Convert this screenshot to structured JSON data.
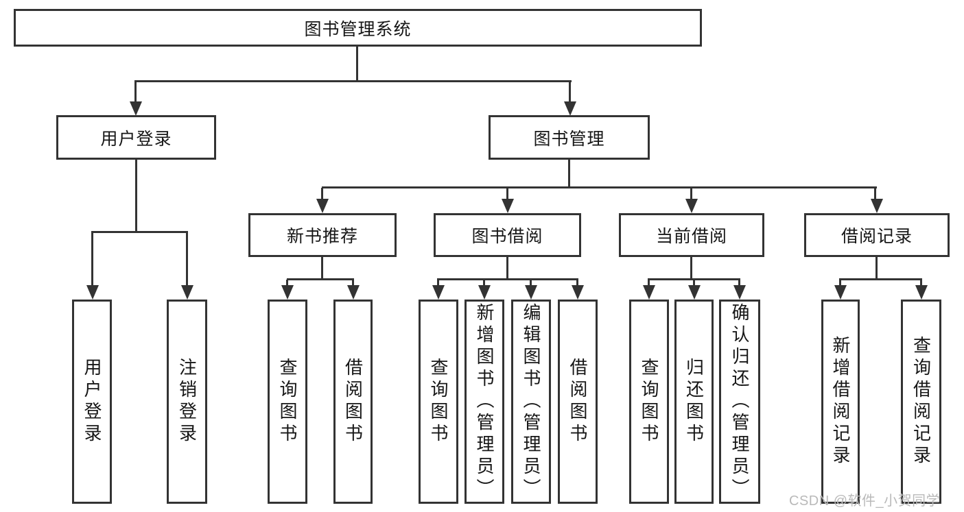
{
  "colors": {
    "line": "#333333",
    "text": "#161616",
    "watermark": "#b9b9b9",
    "background": "#ffffff"
  },
  "watermark": {
    "text": "CSDN @软件_小贺同学"
  },
  "tree": {
    "label": "图书管理系统",
    "children": [
      {
        "label": "用户登录",
        "children": [
          {
            "label": "用户登录"
          },
          {
            "label": "注销登录"
          }
        ]
      },
      {
        "label": "图书管理",
        "children": [
          {
            "label": "新书推荐",
            "children": [
              {
                "label": "查询图书"
              },
              {
                "label": "借阅图书"
              }
            ]
          },
          {
            "label": "图书借阅",
            "children": [
              {
                "label": "查询图书"
              },
              {
                "label": "新增图书（管理员）"
              },
              {
                "label": "编辑图书（管理员）"
              },
              {
                "label": "借阅图书"
              }
            ]
          },
          {
            "label": "当前借阅",
            "children": [
              {
                "label": "查询图书"
              },
              {
                "label": "归还图书"
              },
              {
                "label": "确认归还（管理员）"
              }
            ]
          },
          {
            "label": "借阅记录",
            "children": [
              {
                "label": "新增借阅记录"
              },
              {
                "label": "查询借阅记录"
              }
            ]
          }
        ]
      }
    ]
  }
}
